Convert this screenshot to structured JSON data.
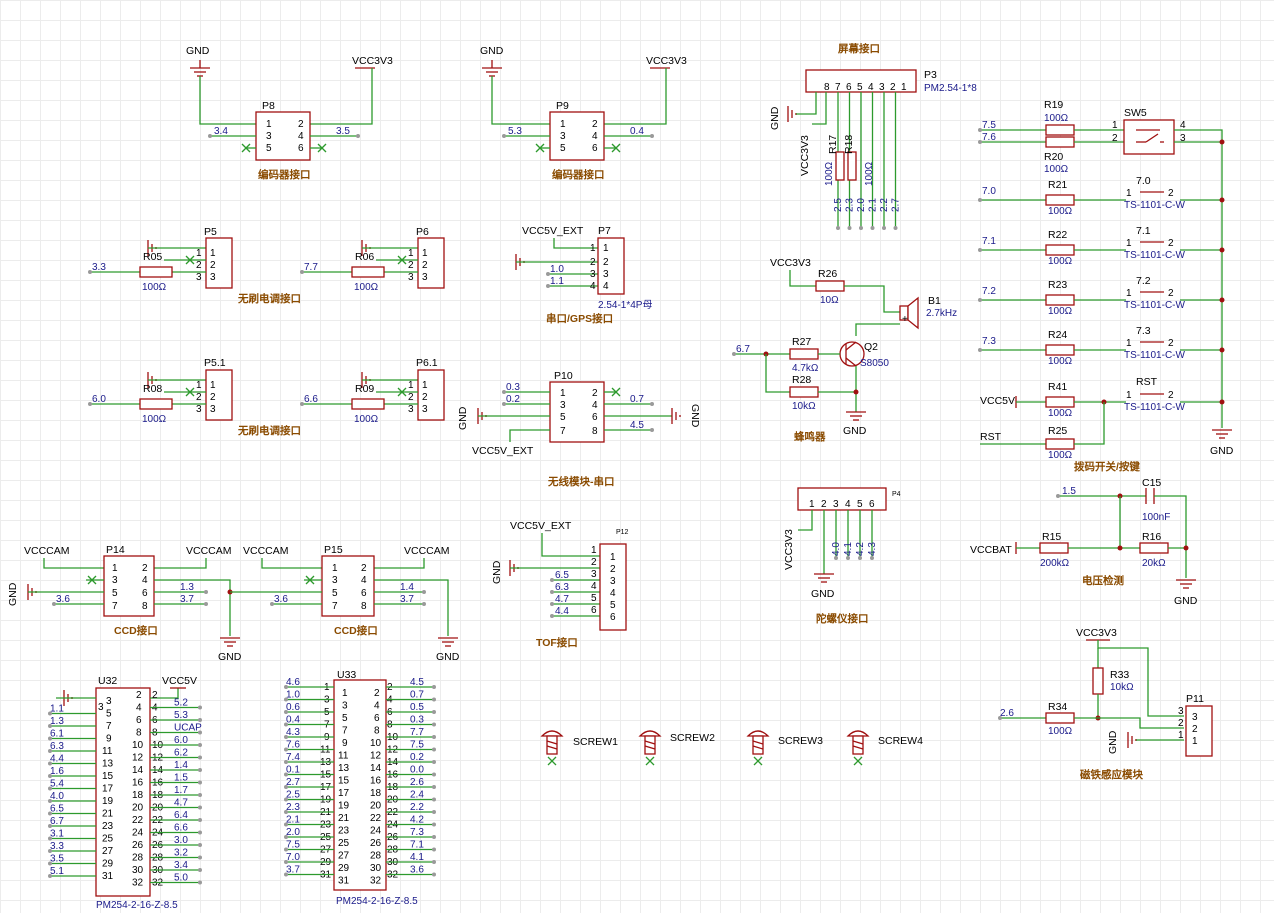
{
  "labels": {
    "gnd": "GND",
    "vcc3v3": "VCC3V3",
    "vcc5v": "VCC5V",
    "vcc5v_ext": "VCC5V_EXT",
    "vccbat": "VCCBAT",
    "vcccam": "VCCCAM",
    "rst": "RST",
    "ucap": "UCAP"
  },
  "captions": {
    "encoder": "编码器接口",
    "esc": "无刷电调接口",
    "uart_gps": "串口/GPS接口",
    "wireless": "无线模块-串口",
    "ccd": "CCD接口",
    "tof": "TOF接口",
    "screen": "屏幕接口",
    "buzzer": "蜂鸣器",
    "gyro": "陀螺仪接口",
    "dip": "拨码开关/按键",
    "voltage": "电压检测",
    "hall": "磁铁感应模块"
  },
  "refs": {
    "P8": "P8",
    "P9": "P9",
    "P5": "P5",
    "P6": "P6",
    "P7": "P7",
    "P51": "P5.1",
    "P61": "P6.1",
    "P10": "P10",
    "P14": "P14",
    "P15": "P15",
    "P12": "P12",
    "P3": "P3",
    "P4": "P4",
    "P11": "P11",
    "U32": "U32",
    "U33": "U33",
    "R05": "R05",
    "R06": "R06",
    "R08": "R08",
    "R09": "R09",
    "R17": "R17",
    "R18": "R18",
    "R19": "R19",
    "R20": "R20",
    "R21": "R21",
    "R22": "R22",
    "R23": "R23",
    "R24": "R24",
    "R41": "R41",
    "R25": "R25",
    "R26": "R26",
    "R27": "R27",
    "R28": "R28",
    "R15": "R15",
    "R16": "R16",
    "R33": "R33",
    "R34": "R34",
    "C15": "C15",
    "Q2": "Q2",
    "B1": "B1",
    "SW5": "SW5",
    "SCREW1": "SCREW1",
    "SCREW2": "SCREW2",
    "SCREW3": "SCREW3",
    "SCREW4": "SCREW4"
  },
  "values": {
    "r100": "100Ω",
    "r10k": "10kΩ",
    "r4k7": "4.7kΩ",
    "r10": "10Ω",
    "r200k": "200kΩ",
    "r20k": "20kΩ",
    "c100n": "100nF",
    "buzz": "2.7kHz",
    "s8050": "S8050",
    "sw": "TS-1101-C-W",
    "p3": "PM2.54-1*8",
    "p7": "2.54-1*4P母",
    "pm": "PM254-2-16-Z-8.5"
  },
  "nets": {
    "p8_l": "3.4",
    "p8_r": "3.5",
    "p9_l": "5.3",
    "p9_r": "0.4",
    "p5": "3.3",
    "p6": "7.7",
    "p51": "6.0",
    "p61": "6.6",
    "p7_a": "1.0",
    "p7_b": "1.1",
    "p10_a": "0.3",
    "p10_b": "0.2",
    "p10_c": "0.7",
    "p10_d": "4.5",
    "p14_a": "1.3",
    "p14_b": "3.7",
    "p14_c": "3.6",
    "p15_a": "1.4",
    "p15_b": "3.7",
    "p15_c": "3.6",
    "tof": [
      "6.5",
      "6.3",
      "4.7",
      "4.4"
    ],
    "scr": [
      "2.5",
      "2.3",
      "2.0",
      "2.1",
      "2.2",
      "2.7"
    ],
    "buz": "6.7",
    "sw": [
      "7.5",
      "7.6",
      "7.0",
      "7.1",
      "7.2",
      "7.3"
    ],
    "gy": [
      "4.0",
      "4.1",
      "4.2",
      "4.3"
    ],
    "vd": "1.5",
    "hall": "2.6"
  },
  "u32": {
    "left_pins": [
      "3",
      "5",
      "7",
      "9",
      "11",
      "13",
      "15",
      "17",
      "19",
      "21",
      "23",
      "25",
      "27",
      "29",
      "31"
    ],
    "left_nets": [
      "1.1",
      "1.3",
      "6.1",
      "6.3",
      "4.4",
      "1.6",
      "5.4",
      "4.0",
      "6.5",
      "6.7",
      "3.1",
      "3.3",
      "3.5",
      "5.1"
    ],
    "right_pins": [
      "2",
      "4",
      "6",
      "8",
      "10",
      "12",
      "14",
      "16",
      "18",
      "20",
      "22",
      "24",
      "26",
      "28",
      "30",
      "32"
    ],
    "right_nets": [
      "5.2",
      "5.3",
      "UCAP",
      "6.0",
      "6.2",
      "1.4",
      "1.5",
      "1.7",
      "4.7",
      "6.4",
      "6.6",
      "3.0",
      "3.2",
      "3.4",
      "5.0"
    ]
  },
  "u33": {
    "left_pins": [
      "1",
      "3",
      "5",
      "7",
      "9",
      "11",
      "13",
      "15",
      "17",
      "19",
      "21",
      "23",
      "25",
      "27",
      "29",
      "31"
    ],
    "left_nets": [
      "4.6",
      "1.0",
      "0.6",
      "0.4",
      "4.3",
      "7.6",
      "7.4",
      "0.1",
      "2.7",
      "2.5",
      "2.3",
      "2.1",
      "2.0",
      "7.5",
      "7.0",
      "3.7"
    ],
    "right_pins": [
      "2",
      "4",
      "6",
      "8",
      "10",
      "12",
      "14",
      "16",
      "18",
      "20",
      "22",
      "24",
      "26",
      "28",
      "30",
      "32"
    ],
    "right_nets": [
      "4.5",
      "0.7",
      "0.5",
      "0.3",
      "7.7",
      "7.5",
      "0.2",
      "0.0",
      "2.6",
      "2.4",
      "2.2",
      "4.2",
      "7.3",
      "7.1",
      "4.1",
      "3.6"
    ]
  }
}
